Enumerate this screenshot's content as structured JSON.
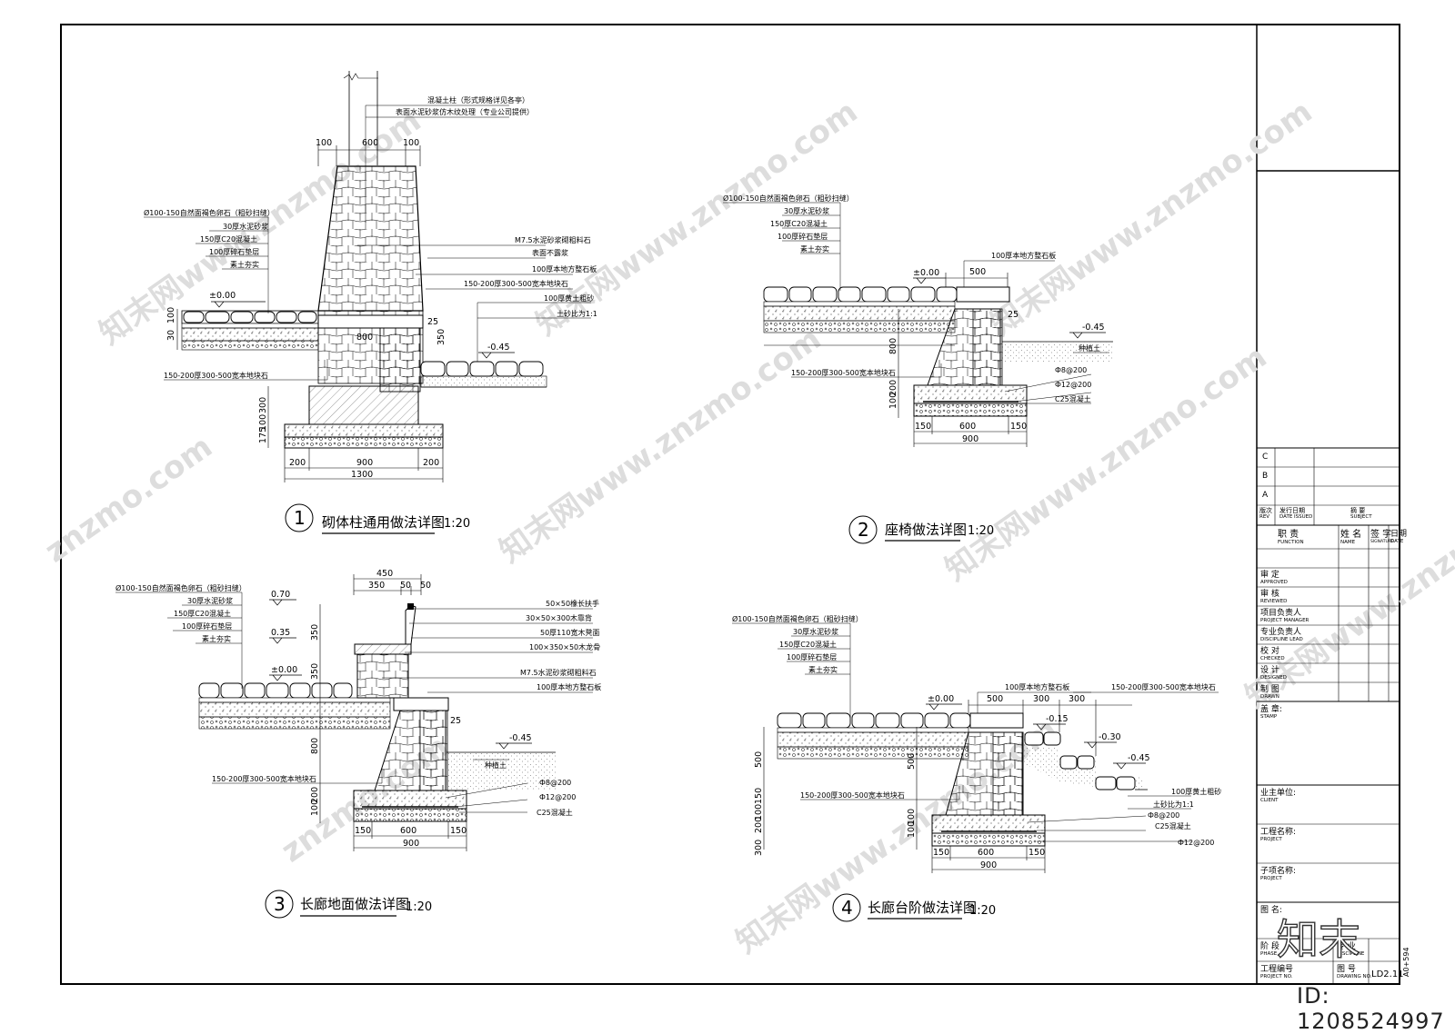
{
  "sheet_code": "LD2.11",
  "sheet_size": "A0+594",
  "watermark": "znzmo.com",
  "watermark_cn": "知末网www.znzmo.com",
  "brand": "知末",
  "id_label": "ID: 1208524997",
  "title_block": {
    "revisions": [
      "C",
      "B",
      "A"
    ],
    "rev_header": {
      "rev": "版次",
      "rev_en": "REV",
      "date": "发行日期",
      "date_en": "DATE ISSUED",
      "subject": "摘 要",
      "subject_en": "SUBJECT"
    },
    "func_header": {
      "function": "职 责",
      "function_en": "FUNCTION",
      "name": "姓 名",
      "name_en": "NAME",
      "signature": "签 字",
      "signature_en": "SIGNATURE",
      "date": "日期",
      "date_en": "DATE"
    },
    "roles": [
      {
        "cn": "审 定",
        "en": "APPROVED"
      },
      {
        "cn": "审 核",
        "en": "REVIEWED"
      },
      {
        "cn": "项目负责人",
        "en": "PROJECT MANAGER"
      },
      {
        "cn": "专业负责人",
        "en": "DISCIPLINE LEAD"
      },
      {
        "cn": "校 对",
        "en": "CHECKED"
      },
      {
        "cn": "设 计",
        "en": "DESIGNED"
      },
      {
        "cn": "制 图",
        "en": "DRAWN"
      }
    ],
    "stamp": {
      "cn": "盖 章:",
      "en": "STAMP"
    },
    "client": {
      "cn": "业主单位:",
      "en": "CLIENT"
    },
    "project": {
      "cn": "工程名称:",
      "en": "PROJECT"
    },
    "subproject": {
      "cn": "子项名称:",
      "en": "PROJECT"
    },
    "drawing_name": {
      "cn": "图 名:"
    },
    "phase": {
      "cn": "阶 段",
      "en": "PHASE"
    },
    "discipline": {
      "cn": "专 业",
      "en": "DISCIPLINE"
    },
    "project_no": {
      "cn": "工程编号",
      "en": "PROJECT NO."
    },
    "drawing_no": {
      "cn": "图 号",
      "en": "DRAWING NO."
    }
  },
  "details": [
    {
      "num": "1",
      "title": "砌体柱通用做法详图",
      "scale": "1:20",
      "top_notes": [
        "混凝土柱（形式规格详见各亭）",
        "表面水泥砂浆仿木纹处理（专业公司提供）"
      ],
      "left_notes": [
        "Ø100-150自然面褐色卵石（粗砂扫缝）",
        "30厚水泥砂浆",
        "150厚C20混凝土",
        "100厚碎石垫层",
        "素土夯实"
      ],
      "right_notes": [
        "M7.5水泥砂浆砌粗料石",
        "表面不露浆",
        "100厚本地方整石板",
        "150-200厚300-500宽本地块石",
        "100厚黄土粗砂",
        "土砂比为1:1"
      ],
      "bottom_note": "150-200厚300-500宽本地块石",
      "level_0": "±0.00",
      "level_low": "-0.45",
      "dims_top": [
        "100",
        "600",
        "100"
      ],
      "dims_bottom": [
        "200",
        "900",
        "200"
      ],
      "dim_total": "1300",
      "dims_left": [
        "30",
        "100",
        "300",
        "175",
        "100"
      ],
      "dims_mid": [
        "800",
        "25",
        "350"
      ]
    },
    {
      "num": "2",
      "title": "座椅做法详图",
      "scale": "1:20",
      "left_notes": [
        "Ø100-150自然面褐色卵石（粗砂扫缝）",
        "30厚水泥砂浆",
        "150厚C20混凝土",
        "100厚碎石垫层",
        "素土夯实"
      ],
      "right_notes": [
        "100厚本地方整石板",
        "种植土",
        "Ф8@200",
        "Ф12@200",
        "C25混凝土"
      ],
      "bottom_note": "150-200厚300-500宽本地块石",
      "level_0": "±0.00",
      "level_low": "-0.45",
      "dims_top": [
        "500"
      ],
      "dims_bottom": [
        "150",
        "600",
        "150"
      ],
      "dim_total": "900",
      "dims_left": [
        "800",
        "100",
        "200"
      ],
      "dims_mid": [
        "25"
      ]
    },
    {
      "num": "3",
      "title": "长廊地面做法详图",
      "scale": "1:20",
      "left_notes": [
        "Ø100-150自然面褐色卵石（粗砂扫缝）",
        "30厚水泥砂浆",
        "150厚C20混凝土",
        "100厚碎石垫层",
        "素土夯实"
      ],
      "right_notes": [
        "50×50橡长扶手",
        "30×50×300木靠背",
        "50厚110宽木凳面",
        "100×350×50木龙骨",
        "M7.5水泥砂浆砌粗料石",
        "100厚本地方整石板",
        "种植土",
        "Ф8@200",
        "Ф12@200",
        "C25混凝土"
      ],
      "bottom_note": "150-200厚300-500宽本地块石",
      "level_0": "±0.00",
      "level_mid": "0.35",
      "level_top": "0.70",
      "level_low": "-0.45",
      "dims_top": [
        "450",
        "350",
        "50",
        "50"
      ],
      "dims_bottom": [
        "150",
        "600",
        "150"
      ],
      "dim_total": "900",
      "dims_left": [
        "350",
        "350",
        "800",
        "100",
        "200"
      ],
      "dims_mid": [
        "25"
      ]
    },
    {
      "num": "4",
      "title": "长廊台阶做法详图",
      "scale": "1:20",
      "left_notes": [
        "Ø100-150自然面褐色卵石（粗砂扫缝）",
        "30厚水泥砂浆",
        "150厚C20混凝土",
        "100厚碎石垫层",
        "素土夯实"
      ],
      "right_notes": [
        "100厚本地方整石板",
        "150-200厚300-500宽本地块石",
        "100厚黄土粗砂",
        "土砂比为1:1",
        "Ф8@200",
        "C25混凝土",
        "Ф12@200"
      ],
      "bottom_note": "150-200厚300-500宽本地块石",
      "level_0": "±0.00",
      "levels": [
        "-0.15",
        "-0.30",
        "-0.45"
      ],
      "dims_top": [
        "500",
        "300",
        "300"
      ],
      "dims_bottom": [
        "150",
        "600",
        "150"
      ],
      "dim_total": "900",
      "dims_left": [
        "500",
        "150",
        "100",
        "200",
        "300",
        "100",
        "100"
      ]
    }
  ]
}
